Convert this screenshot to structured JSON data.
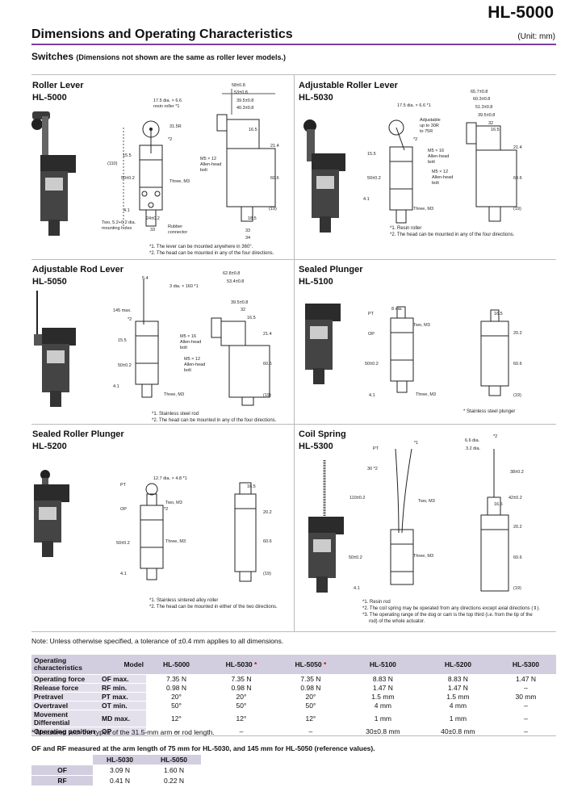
{
  "header": {
    "model": "HL-5000",
    "title": "Dimensions and Operating Characteristics",
    "unit": "(Unit: mm)",
    "subtitle": "Switches",
    "subtitle_note": "(Dimensions not shown are the same as roller lever models.)"
  },
  "colors": {
    "accent_rule": "#7a3fa3",
    "table_header": "#d3cedf",
    "highlight": "#d0021b"
  },
  "sections": {
    "roller_lever": {
      "title": "Roller Lever",
      "model": "HL-5000",
      "labels": {
        "roller": "17.5 dia. × 6.6",
        "roller2": "resin roller *1",
        "r": "31.5R",
        "n2": "*2",
        "l110": "(110)",
        "l155": "15.5",
        "l50": "50±0.2",
        "three": "Three, M3",
        "m5": "M5 × 12",
        "allen": "Allen-head",
        "bolt": "bolt",
        "l41": "4.1",
        "holes1": "Two, 5.2+0.2 dia.",
        "holes2": "mounting holes",
        "l24": "24±0.2",
        "l33": "33",
        "rubber": "Rubber",
        "connector": "connector",
        "d58": "58±0.8",
        "d53": "53±0.8",
        "d395": "39.5±0.8",
        "d403": "40.3±0.8",
        "d165": "16.5",
        "d214": "21.4",
        "d606": "60.6",
        "d19": "(19)",
        "d185": "18.5",
        "d33b": "33",
        "d34": "34"
      },
      "notes": [
        "*1. The lever can be mounted anywhere in 360°.",
        "*2. The head can be mounted in any of the four directions."
      ]
    },
    "adjustable_roller_lever": {
      "title": "Adjustable Roller Lever",
      "model": "HL-5030",
      "labels": {
        "roller": "17.5 dia. × 6.6 *1",
        "adj1": "Adjustable",
        "adj2": "up to 30R",
        "adj3": "to 75R",
        "n2": "*2",
        "l155": "15.5",
        "l50": "50±0.2",
        "three": "Three, M3",
        "m16": "M5 × 16",
        "m12": "M5 × 12",
        "allen": "Allen-head",
        "bolt": "bolt",
        "l41": "4.1",
        "d657": "65.7±0.8",
        "d603": "60.3±0.8",
        "d513": "51.3±0.8",
        "d395": "39.5±0.8",
        "d32": "32",
        "d165": "16.5",
        "d214": "21.4",
        "d606": "60.6",
        "d19": "(19)"
      },
      "notes": [
        "*1. Resin roller",
        "*2. The head can be mounted in any of the four directions."
      ]
    },
    "adjustable_rod_lever": {
      "title": "Adjustable Rod Lever",
      "model": "HL-5050",
      "labels": {
        "rod": "3 dia. × 160 *1",
        "l54": "5.4",
        "l145": "145 max.",
        "n2": "*2",
        "l155": "15.5",
        "l50": "50±0.2",
        "three": "Three, M3",
        "m16": "M5 × 16",
        "m12": "M5 × 12",
        "allen": "Allen-head",
        "bolt": "bolt",
        "l41": "4.1",
        "d628": "62.8±0.8",
        "d534": "53.4±0.8",
        "d395": "39.5±0.8",
        "d32": "32",
        "d165": "16.5",
        "d214": "21.4",
        "d606": "60.6",
        "d19": "(19)"
      },
      "notes": [
        "*1. Stainless steel rod",
        "*2. The head can be mounted in any of the four directions."
      ]
    },
    "sealed_plunger": {
      "title": "Sealed Plunger",
      "model": "HL-5100",
      "labels": {
        "dia": "8 dia.",
        "pt": "PT",
        "op": "OP",
        "two": "Two, M3",
        "l50": "50±0.2",
        "l41": "4.1",
        "three": "Three, M3",
        "d165": "16.5",
        "d202": "20.2",
        "d606": "60.6",
        "d19": "(19)"
      },
      "notes": [
        "* Stainless steel plunger"
      ]
    },
    "sealed_roller_plunger": {
      "title": "Sealed Roller Plunger",
      "model": "HL-5200",
      "labels": {
        "roller": "12.7 dia. × 4.8 *1",
        "pt": "PT",
        "op": "OP",
        "two": "Two, M3",
        "n2": "*2",
        "l50": "50±0.2",
        "l41": "4.1",
        "three": "Three, M3",
        "d165": "16.5",
        "d202": "20.2",
        "d606": "60.6",
        "d19": "(19)"
      },
      "notes": [
        "*1. Stainless sintered alloy roller",
        "*2. The head can be mounted in either of the two directions."
      ]
    },
    "coil_spring": {
      "title": "Coil Spring",
      "model": "HL-5300",
      "labels": {
        "pt": "PT",
        "n1": "*1",
        "a30": "30 *2",
        "l110": "110±0.2",
        "two": "Two, M3",
        "l50": "50±0.2",
        "l41": "4.1",
        "three": "Three, M3",
        "dia66": "6.6 dia.",
        "dia32": "3.2 dia.",
        "n2": "*2",
        "d38": "38±0.2",
        "d42": "42±0.2",
        "d165": "16.5",
        "d202": "20.2",
        "d606": "60.6",
        "d19": "(19)"
      },
      "notes": [
        "*1. Resin rod",
        "*2. The coil spring may be operated from any directions except axial directions (⇕).",
        "*3. The operating range of the dog or cam is the top third (i.e. from the tip of the",
        "rod) of the whole actuator."
      ]
    }
  },
  "tolerance_note": "Note: Unless otherwise specified, a tolerance of ±0.4 mm applies to all dimensions.",
  "spec_table": {
    "corner": "Operating characteristics",
    "model_header": "Model",
    "models": [
      "HL-5000",
      "HL-5030",
      "HL-5050",
      "HL-5100",
      "HL-5200",
      "HL-5300"
    ],
    "asterisk": "*",
    "rows": [
      {
        "label": "Operating force",
        "abbr": "OF max.",
        "values": [
          "7.35 N",
          "7.35 N",
          "7.35 N",
          "8.83 N",
          "8.83 N",
          "1.47 N"
        ]
      },
      {
        "label": "Release force",
        "abbr": "RF min.",
        "values": [
          "0.98 N",
          "0.98 N",
          "0.98 N",
          "1.47 N",
          "1.47 N",
          "–"
        ]
      },
      {
        "label": "Pretravel",
        "abbr": "PT max.",
        "values": [
          "20°",
          "20°",
          "20°",
          "1.5 mm",
          "1.5 mm",
          "30 mm"
        ]
      },
      {
        "label": "Overtravel",
        "abbr": "OT min.",
        "values": [
          "50°",
          "50°",
          "50°",
          "4 mm",
          "4 mm",
          "–"
        ]
      },
      {
        "label": "Movement Differential",
        "abbr": "MD max.",
        "values": [
          "12°",
          "12°",
          "12°",
          "1 mm",
          "1 mm",
          "–"
        ]
      },
      {
        "label": "Operating position",
        "abbr": "OP",
        "values": [
          "–",
          "–",
          "–",
          "30±0.8 mm",
          "40±0.8 mm",
          "–"
        ]
      }
    ],
    "footnote": "* Measured with the types of the 31.5-mm arm or rod length."
  },
  "ofrf": {
    "title": "OF and RF measured at the arm length of 75 mm for HL-5030, and 145 mm for HL-5050 (reference values).",
    "columns": [
      "HL-5030",
      "HL-5050"
    ],
    "rows": [
      {
        "label": "OF",
        "values": [
          "3.09 N",
          "1.60 N"
        ]
      },
      {
        "label": "RF",
        "values": [
          "0.41 N",
          "0.22 N"
        ]
      }
    ]
  }
}
